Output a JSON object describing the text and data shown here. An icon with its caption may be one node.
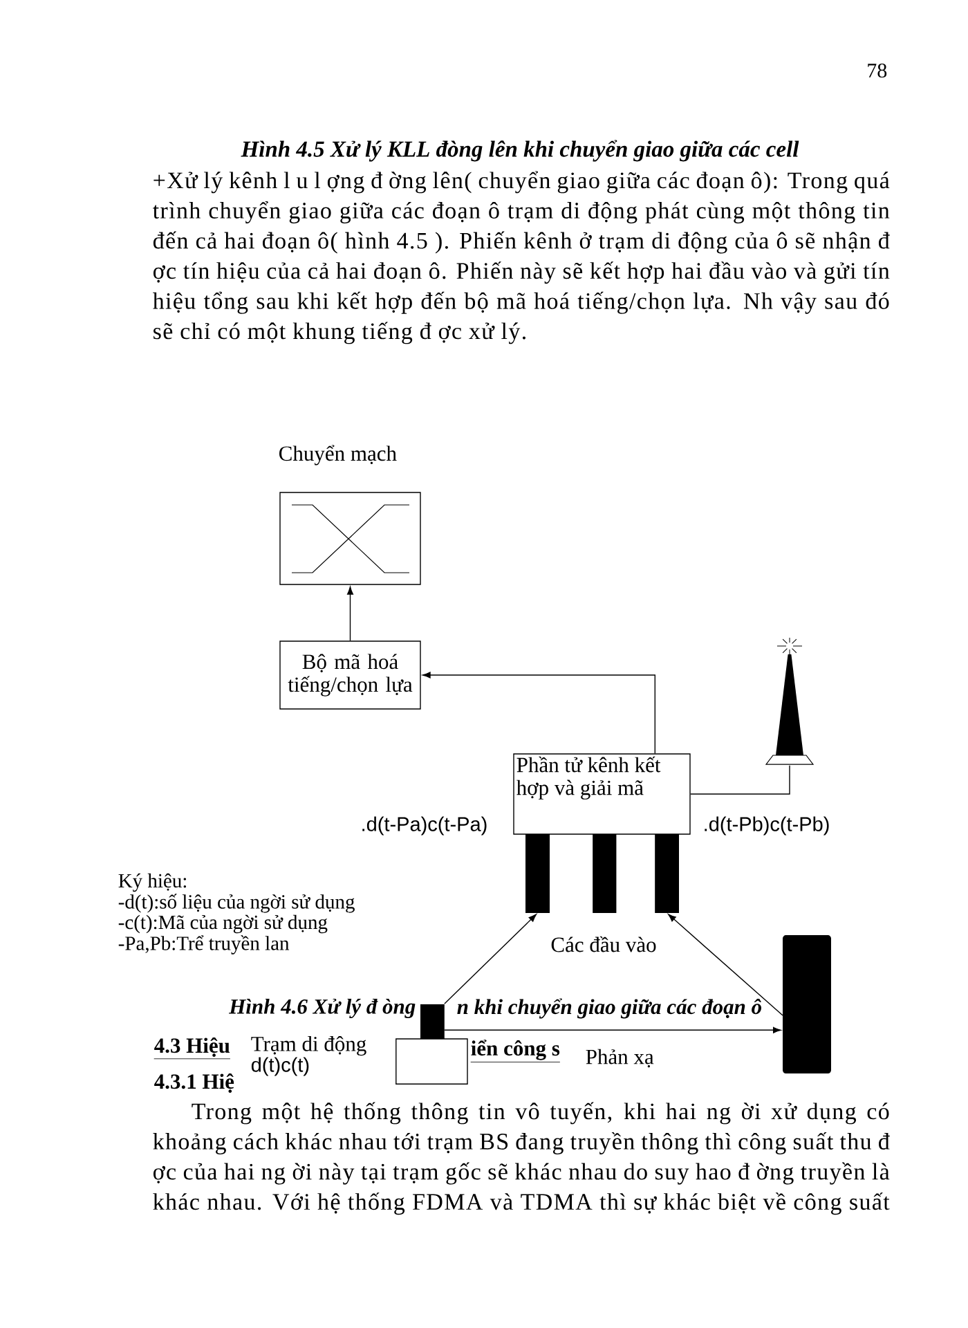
{
  "diagram": {
    "nodes": [
      {
        "text": [
          "Chuyển mạch"
        ]
      },
      {
        "text": [
          "Bộ mã hoá tiếng/chọn lựa"
        ]
      },
      {
        "text": [],
        "shape": "picture"
      },
      {
        "text": [
          "Phần tử kênh kết hợp và giải mã"
        ]
      },
      {
        "text": [],
        "shape": "bar"
      },
      {
        "text": [],
        "shape": "bar"
      },
      {
        "text": [],
        "shape": "bar"
      },
      {
        "text": [],
        "shape": "bar"
      },
      {
        "text": [],
        "shape": "box",
        "beside": [
          "Trạm di động",
          "d(t)c(t)"
        ]
      }
    ],
    "edges": [
      {
        "from": 1,
        "to": 0,
        "arrow": "to"
      },
      {
        "from": 3,
        "to": 1,
        "arrow": "to"
      },
      {
        "from": 2,
        "to": 3,
        "arrow": "none"
      },
      {
        "from": 8,
        "to": 4,
        "arrow": "to"
      },
      {
        "from": 8,
        "to": 7,
        "arrow": "to"
      },
      {
        "from": 7,
        "to": 6,
        "arrow": "to"
      }
    ],
    "labels": [
      "78",
      "Hình 4.5 Xử lý KLL đòng lên khi chuyển giao giữa các cell",
      "+Xử lý kênh l u l ợng đ ờng lên( chuyển giao giữa các đoạn ô): Trong quá trình chuyển giao giữa các đoạn ô trạm di động phát cùng một thông tin đến cả hai đoạn ô( hình 4.5 ). Phiến kênh ở trạm di động của ô sẽ nhận đ ợc tín hiệu của cả hai đoạn ô. Phiến này sẽ kết hợp hai đầu vào và gửi tín hiệu tổng sau khi kết hợp đến bộ mã hoá tiếng/chọn lựa. Nh vậy sau đó sẽ chỉ có một khung tiếng đ ợc xử lý.",
      ".d(t-Pa)c(t-Pa)",
      ".d(t-Pb)c(t-Pb)",
      "Ký hiệu:",
      "-d(t):số liệu của ngời sử dụng",
      "-c(t):Mã của ngời sử dụng",
      "-Pa,Pb:Trể truyền lan",
      "Các đầu vào",
      "Hình 4.6 Xử lý đ òng",
      "n khi chuyển giao giữa các đoạn ô",
      "4.3 Hiệu",
      "iển công s",
      "Phản xạ",
      "4.3.1 Hiệ",
      "Trong một hệ thống thông tin vô tuyến, khi hai ng ời xử dụng có khoảng cách khác nhau tới trạm BS đang truyền thông thì công suất thu đ ợc của hai ng ời này tại trạm gốc sẽ khác nhau do suy hao đ ờng truyền là khác nhau. Với hệ thống FDMA và TDMA thì sự khác biệt về công suất"
    ]
  }
}
